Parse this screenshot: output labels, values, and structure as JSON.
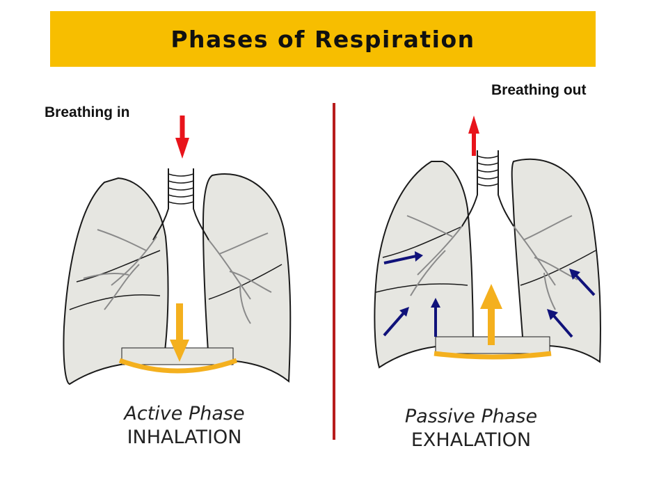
{
  "title": "Phases of Respiration",
  "left_panel": {
    "label": "Breathing in",
    "phase_name": "Active Phase",
    "phase_action": "INHALATION"
  },
  "right_panel": {
    "label": "Breathing out",
    "phase_name": "Passive Phase",
    "phase_action": "EXHALATION"
  },
  "colors": {
    "title_bar": "#F7BE00",
    "divider": "#B81C1C",
    "airflow_arrow": "#E8141B",
    "diaphragm_arrow": "#F4B01E",
    "recoil_arrow": "#10127A",
    "lung_fill": "#E6E6E1",
    "lung_outline": "#1A1A1A"
  },
  "icons": [
    "down-arrow-icon",
    "up-arrow-icon",
    "diaphragm-icon",
    "lungs-icon",
    "recoil-arrow-icon"
  ]
}
